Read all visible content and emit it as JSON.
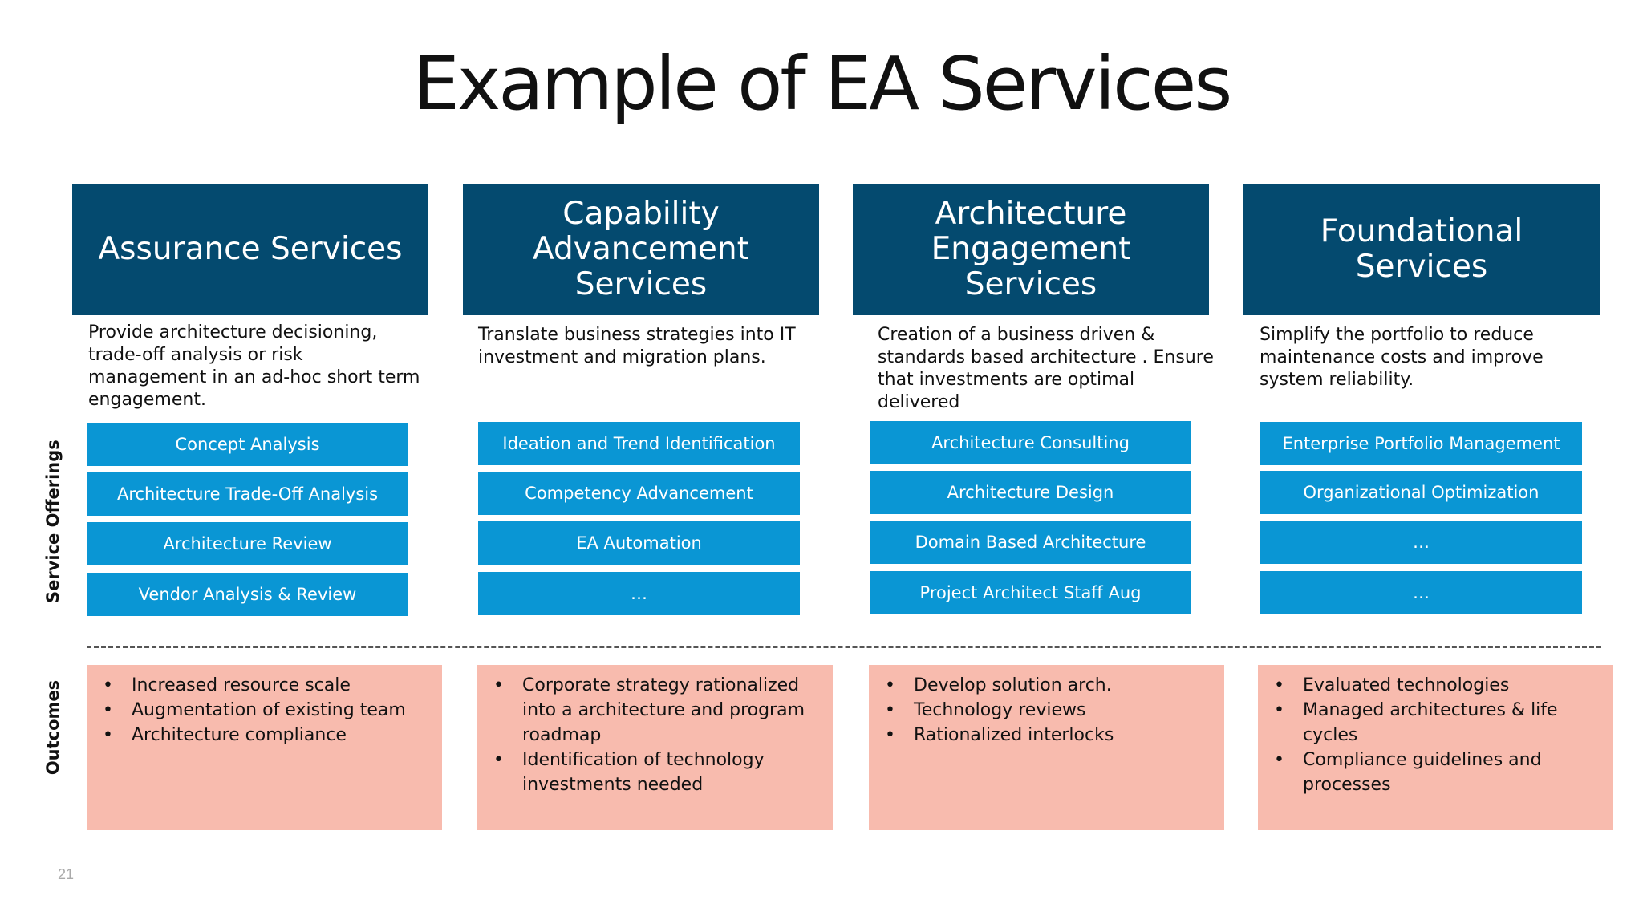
{
  "title": "Example of EA Services",
  "row_labels": {
    "offerings": "Service Offerings",
    "outcomes": "Outcomes"
  },
  "page_number": "21",
  "colors": {
    "header_bg": "#044a6f",
    "offering_bg": "#0a96d4",
    "outcome_bg": "#f8bbae"
  },
  "columns": [
    {
      "header": "Assurance Services",
      "description": "Provide architecture decisioning, trade-off analysis or risk management in an ad-hoc short term engagement.",
      "offerings": [
        "Concept Analysis",
        "Architecture Trade-Off Analysis",
        "Architecture Review",
        "Vendor Analysis & Review"
      ],
      "outcomes": [
        "Increased resource scale",
        "Augmentation of existing team",
        "Architecture compliance"
      ]
    },
    {
      "header": "Capability Advancement Services",
      "description": "Translate business strategies into IT investment and migration plans.",
      "offerings": [
        "Ideation and Trend Identification",
        "Competency Advancement",
        "EA Automation",
        "…"
      ],
      "outcomes": [
        "Corporate strategy rationalized into a architecture and program roadmap",
        "Identification of technology investments needed"
      ]
    },
    {
      "header": "Architecture Engagement Services",
      "description": "Creation of a business driven & standards based architecture . Ensure that investments are optimal delivered",
      "offerings": [
        "Architecture Consulting",
        "Architecture Design",
        "Domain Based Architecture",
        "Project Architect Staff Aug"
      ],
      "outcomes": [
        "Develop solution arch.",
        "Technology reviews",
        "Rationalized interlocks"
      ]
    },
    {
      "header": "Foundational Services",
      "description": "Simplify the portfolio to reduce maintenance costs and improve system reliability.",
      "offerings": [
        "Enterprise Portfolio Management",
        "Organizational Optimization",
        "…",
        "…"
      ],
      "outcomes": [
        "Evaluated technologies",
        "Managed architectures & life cycles",
        "Compliance guidelines and processes"
      ]
    }
  ]
}
